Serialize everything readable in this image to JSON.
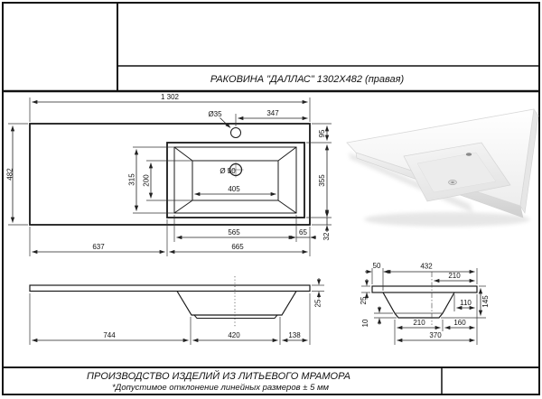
{
  "header": {
    "title": "РАКОВИНА \"ДАЛЛАС\" 1302Х482 (правая)"
  },
  "footer": {
    "line1": "ПРОИЗВОДСТВО ИЗДЕЛИЙ ИЗ ЛИТЬЕВОГО МРАМОРА",
    "line2": "*Допустимое отклонение линейных размеров ±   5 мм"
  },
  "top_view": {
    "overall_width": "1 302",
    "overall_depth": "482",
    "faucet_offset": "347",
    "faucet_hole_dia": "Ø35",
    "deck_back": "95",
    "basin_outer_depth": "355",
    "deck_front": "32",
    "basin_inner_depth": "315",
    "bottom_flat_depth": "200",
    "bottom_flat_width": "405",
    "drain_dia": "Ø 50",
    "basin_inner_width": "565",
    "rim_to_edge": "65",
    "left_deck_width": "637",
    "basin_span": "665"
  },
  "side_view": {
    "edge_thickness": "25",
    "left_span": "744",
    "basin_bottom_span": "420",
    "right_span": "138"
  },
  "section_view": {
    "back_offset": "50",
    "top_span": "432",
    "half_span": "210",
    "edge_thickness": "25",
    "rim_to_edge": "110",
    "total_depth": "145",
    "base_lip": "10",
    "bottom_left_span": "210",
    "bottom_right_span": "160",
    "bottom_span": "370"
  },
  "colors": {
    "line": "#1a1a1a",
    "dimension": "#222222",
    "background": "#ffffff"
  }
}
